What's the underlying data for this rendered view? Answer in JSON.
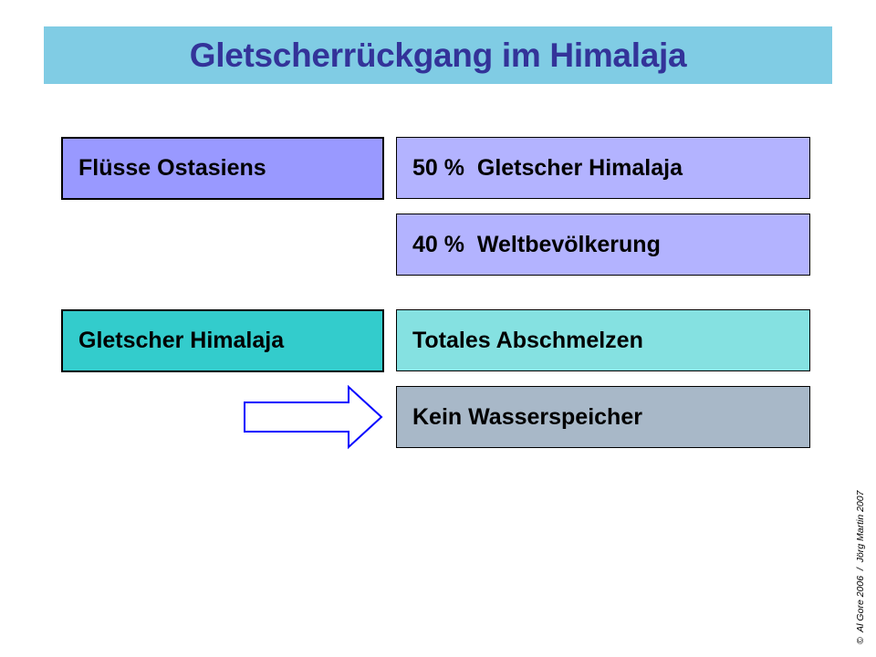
{
  "title": "Gletscherrückgang im Himalaja",
  "colors": {
    "title_bg": "#80cce4",
    "title_text": "#333399",
    "left_box_1": "#9999ff",
    "right_box_1": "#b3b3ff",
    "left_box_2": "#33cccc",
    "right_box_2": "#85e1e1",
    "right_box_3": "#a8b8c8",
    "arrow_stroke": "#0000ff"
  },
  "boxes": {
    "fluesse_ostasiens": "Flüsse Ostasiens",
    "gletscher_himalaja_percent": "50 %  Gletscher Himalaja",
    "weltbevoelkerung_percent": "40 %  Weltbevölkerung",
    "gletscher_himalaja": "Gletscher Himalaja",
    "totales_abschmelzen": "Totales Abschmelzen",
    "kein_wasserspeicher": "Kein Wasserspeicher"
  },
  "icons": {
    "arrow": "right-arrow-outline"
  },
  "credit": "©  Al Gore 2006  /  Jörg Martin 2007"
}
